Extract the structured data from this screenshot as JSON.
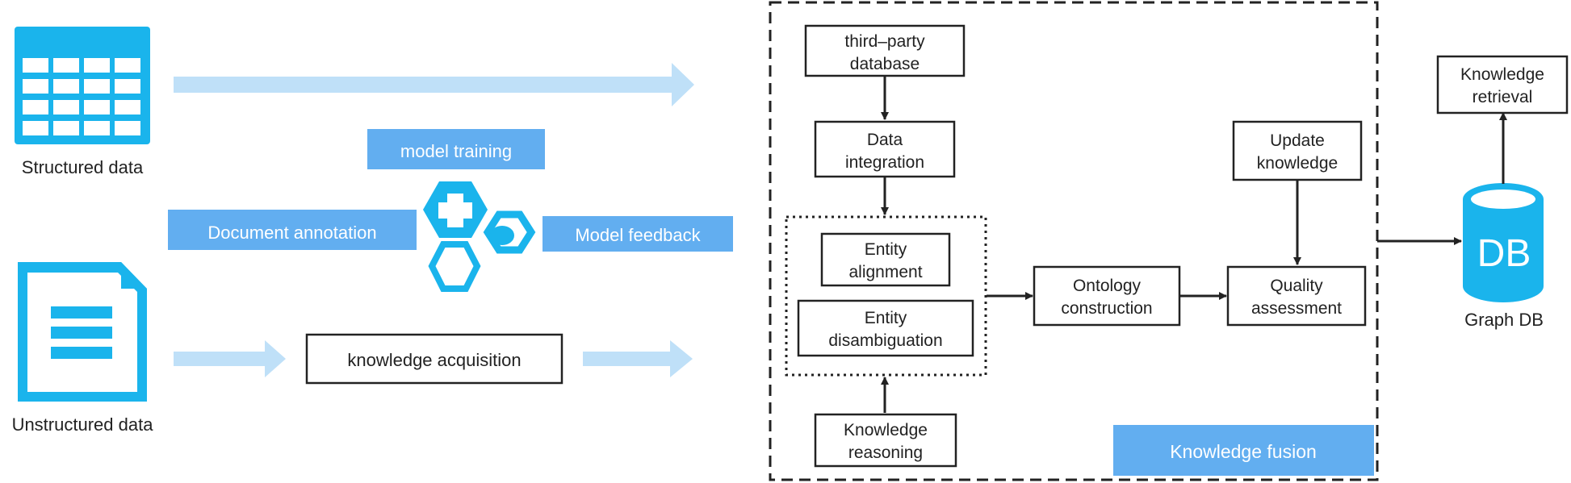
{
  "sources": {
    "structured_label": "Structured data",
    "unstructured_label": "Unstructured data"
  },
  "learning": {
    "model_training": "model training",
    "document_annotation": "Document annotation",
    "model_feedback": "Model feedback"
  },
  "acquisition": {
    "label": "knowledge acquisition"
  },
  "fusion": {
    "title": "Knowledge fusion",
    "third_party_line1": "third–party",
    "third_party_line2": "database",
    "data_integration_line1": "Data",
    "data_integration_line2": "integration",
    "entity_alignment_line1": "Entity",
    "entity_alignment_line2": "alignment",
    "entity_disambiguation_line1": "Entity",
    "entity_disambiguation_line2": "disambiguation",
    "knowledge_reasoning_line1": "Knowledge",
    "knowledge_reasoning_line2": "reasoning",
    "ontology_line1": "Ontology",
    "ontology_line2": "construction",
    "quality_line1": "Quality",
    "quality_line2": "assessment",
    "update_line1": "Update",
    "update_line2": "knowledge"
  },
  "storage": {
    "db_text": "DB",
    "graph_db_label": "Graph DB",
    "retrieval_line1": "Knowledge",
    "retrieval_line2": "retrieval"
  },
  "colors": {
    "icon_blue": "#1ab4ec",
    "label_blue": "#62aef0",
    "arrow_light": "#bfe0f8",
    "box_border": "#222222"
  }
}
